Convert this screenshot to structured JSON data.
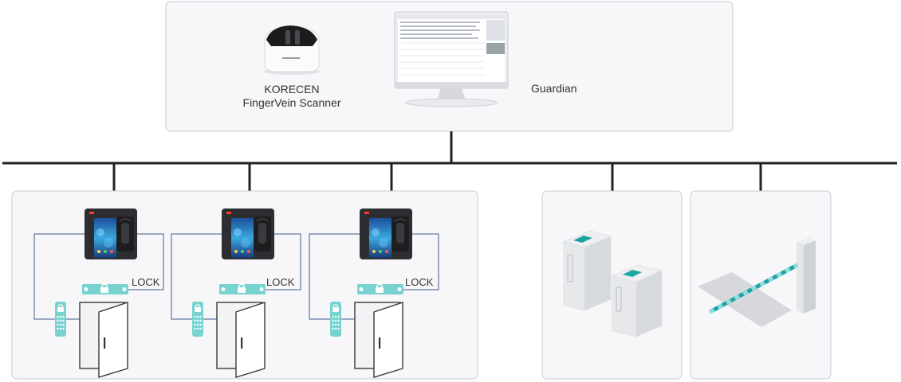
{
  "server": {
    "scanner_brand": "KORECEN",
    "scanner_name": "FingerVein Scanner",
    "software_name": "Guardian"
  },
  "doors": [
    {
      "lock_label": "LOCK"
    },
    {
      "lock_label": "LOCK"
    },
    {
      "lock_label": "LOCK"
    }
  ],
  "colors": {
    "network_line": "#222222",
    "panel_border": "#c9cbd3",
    "panel_fill": "#f7f7fa",
    "wire": "#3f5a8c",
    "lock_accent": "#78d2d0",
    "gate_accent": "#1ea5a2"
  },
  "icons": [
    "fingervein-scanner-icon",
    "monitor-icon",
    "fingervein-terminal-icon",
    "electric-lock-icon",
    "keypad-icon",
    "door-icon",
    "speed-gate-icon",
    "turnstile-bar-icon"
  ]
}
